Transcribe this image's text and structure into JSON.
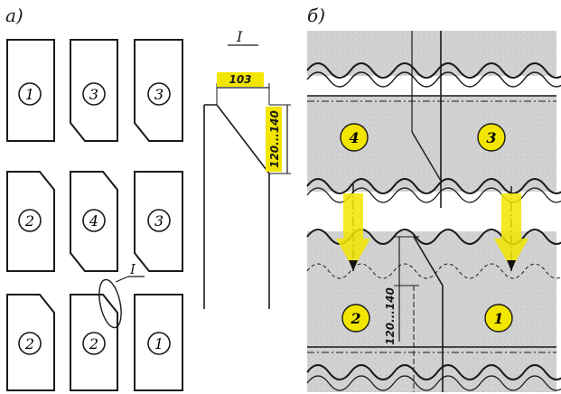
{
  "panel_a": {
    "label": "a)",
    "rows": [
      [
        "1",
        "3",
        "3"
      ],
      [
        "2",
        "4",
        "3"
      ],
      [
        "2",
        "2",
        "1"
      ]
    ],
    "detail_callout": "I"
  },
  "detail": {
    "title": "I",
    "width_dim": "103",
    "height_dim": "120...140"
  },
  "panel_b": {
    "label": "б)",
    "top_sheets": [
      "4",
      "3"
    ],
    "bottom_sheets": [
      "2",
      "1"
    ],
    "overlap_dim": "120...140"
  },
  "colors": {
    "highlight": "#f2e600",
    "ink": "#1a1a1a",
    "sheet": "#d4d4d4"
  }
}
